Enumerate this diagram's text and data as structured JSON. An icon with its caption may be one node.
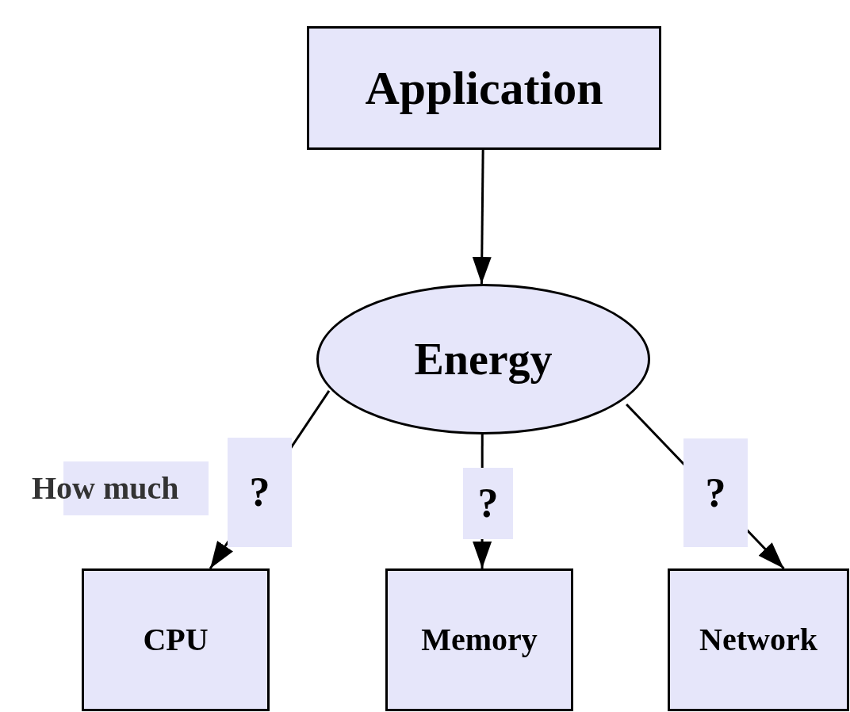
{
  "diagram": {
    "nodes": [
      {
        "text": [
          "Application"
        ]
      },
      {
        "text": [
          "Energy"
        ]
      },
      {
        "text": [
          "CPU"
        ]
      },
      {
        "text": [
          "Memory"
        ]
      },
      {
        "text": [
          "Network"
        ]
      }
    ],
    "edges": [
      {
        "from": 0,
        "to": 1,
        "arrow": "to"
      },
      {
        "from": 1,
        "to": 2,
        "arrow": "to",
        "label": "?"
      },
      {
        "from": 1,
        "to": 3,
        "arrow": "to",
        "label": "?"
      },
      {
        "from": 1,
        "to": 4,
        "arrow": "to",
        "label": "?"
      }
    ],
    "labels": [
      "How much"
    ]
  }
}
